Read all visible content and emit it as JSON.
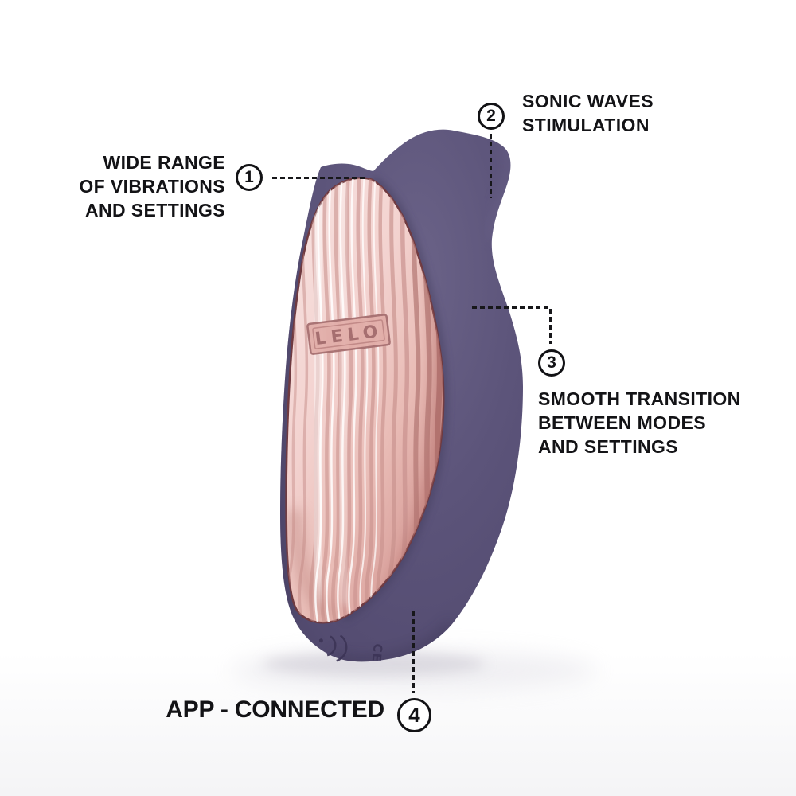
{
  "device": {
    "logo": "LELO",
    "marking": "CE",
    "body_color": "#5b5378",
    "panel_color": "#eec0ba"
  },
  "colors": {
    "text": "#131316",
    "line": "#17171a",
    "background": "#ffffff"
  },
  "callouts": [
    {
      "number": "1",
      "label": "WIDE RANGE\nOF VIBRATIONS\nAND SETTINGS"
    },
    {
      "number": "2",
      "label": "SONIC WAVES\nSTIMULATION"
    },
    {
      "number": "3",
      "label": "SMOOTH TRANSITION\nBETWEEN MODES\nAND SETTINGS"
    },
    {
      "number": "4",
      "label": "APP - CONNECTED"
    }
  ]
}
